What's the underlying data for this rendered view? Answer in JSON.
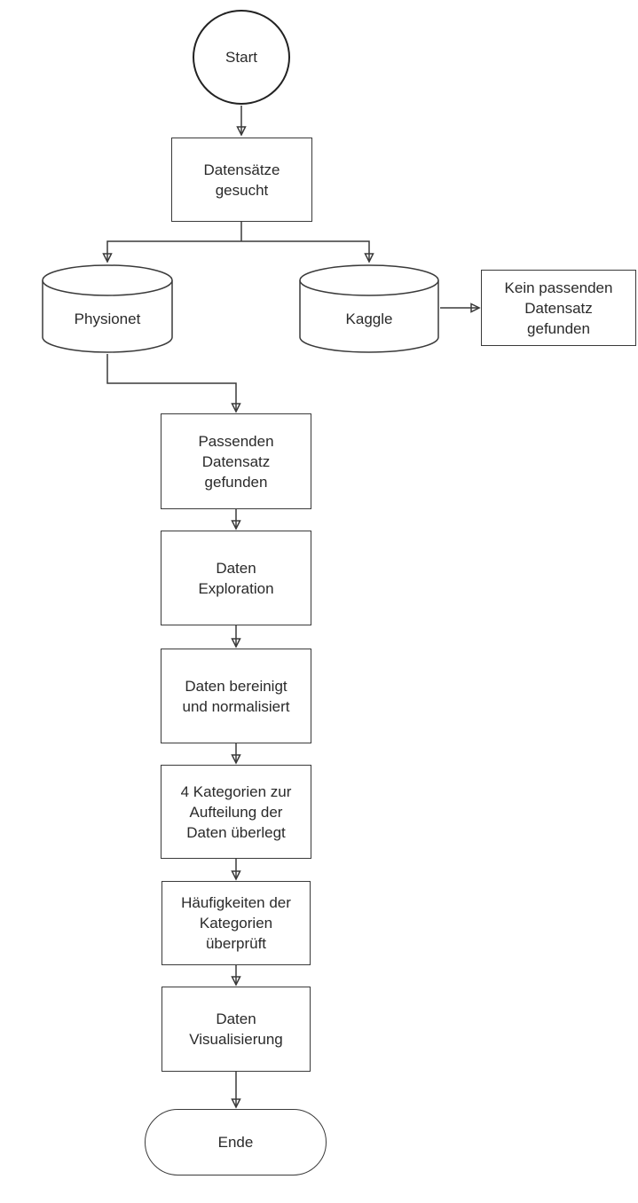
{
  "diagram": {
    "type": "flowchart",
    "colors": {
      "background": "#ffffff",
      "stroke": "#3a3a3a",
      "arrowhead": "#141414",
      "text": "#2a2a2a"
    },
    "nodes": {
      "start": {
        "label": "Start",
        "shape": "circle"
      },
      "search": {
        "label": "Datensätze gesucht",
        "shape": "process"
      },
      "physionet": {
        "label": "Physionet",
        "shape": "database"
      },
      "kaggle": {
        "label": "Kaggle",
        "shape": "database"
      },
      "no_dataset": {
        "label": "Kein passenden Datensatz gefunden",
        "shape": "process"
      },
      "dataset_found": {
        "label": "Passenden Datensatz gefunden",
        "shape": "process"
      },
      "exploration": {
        "label": "Daten Exploration",
        "shape": "process"
      },
      "cleaning": {
        "label": "Daten bereinigt und normalisiert",
        "shape": "process"
      },
      "categories": {
        "label": "4 Kategorien zur Aufteilung der Daten überlegt",
        "shape": "process"
      },
      "frequencies": {
        "label": "Häufigkeiten der Kategorien überprüft",
        "shape": "process"
      },
      "visualization": {
        "label": "Daten Visualisierung",
        "shape": "process"
      },
      "end": {
        "label": "Ende",
        "shape": "terminator"
      }
    },
    "edges": [
      {
        "from": "start",
        "to": "search"
      },
      {
        "from": "search",
        "to": "physionet"
      },
      {
        "from": "search",
        "to": "kaggle"
      },
      {
        "from": "kaggle",
        "to": "no_dataset"
      },
      {
        "from": "physionet",
        "to": "dataset_found"
      },
      {
        "from": "dataset_found",
        "to": "exploration"
      },
      {
        "from": "exploration",
        "to": "cleaning"
      },
      {
        "from": "cleaning",
        "to": "categories"
      },
      {
        "from": "categories",
        "to": "frequencies"
      },
      {
        "from": "frequencies",
        "to": "visualization"
      },
      {
        "from": "visualization",
        "to": "end"
      }
    ]
  }
}
